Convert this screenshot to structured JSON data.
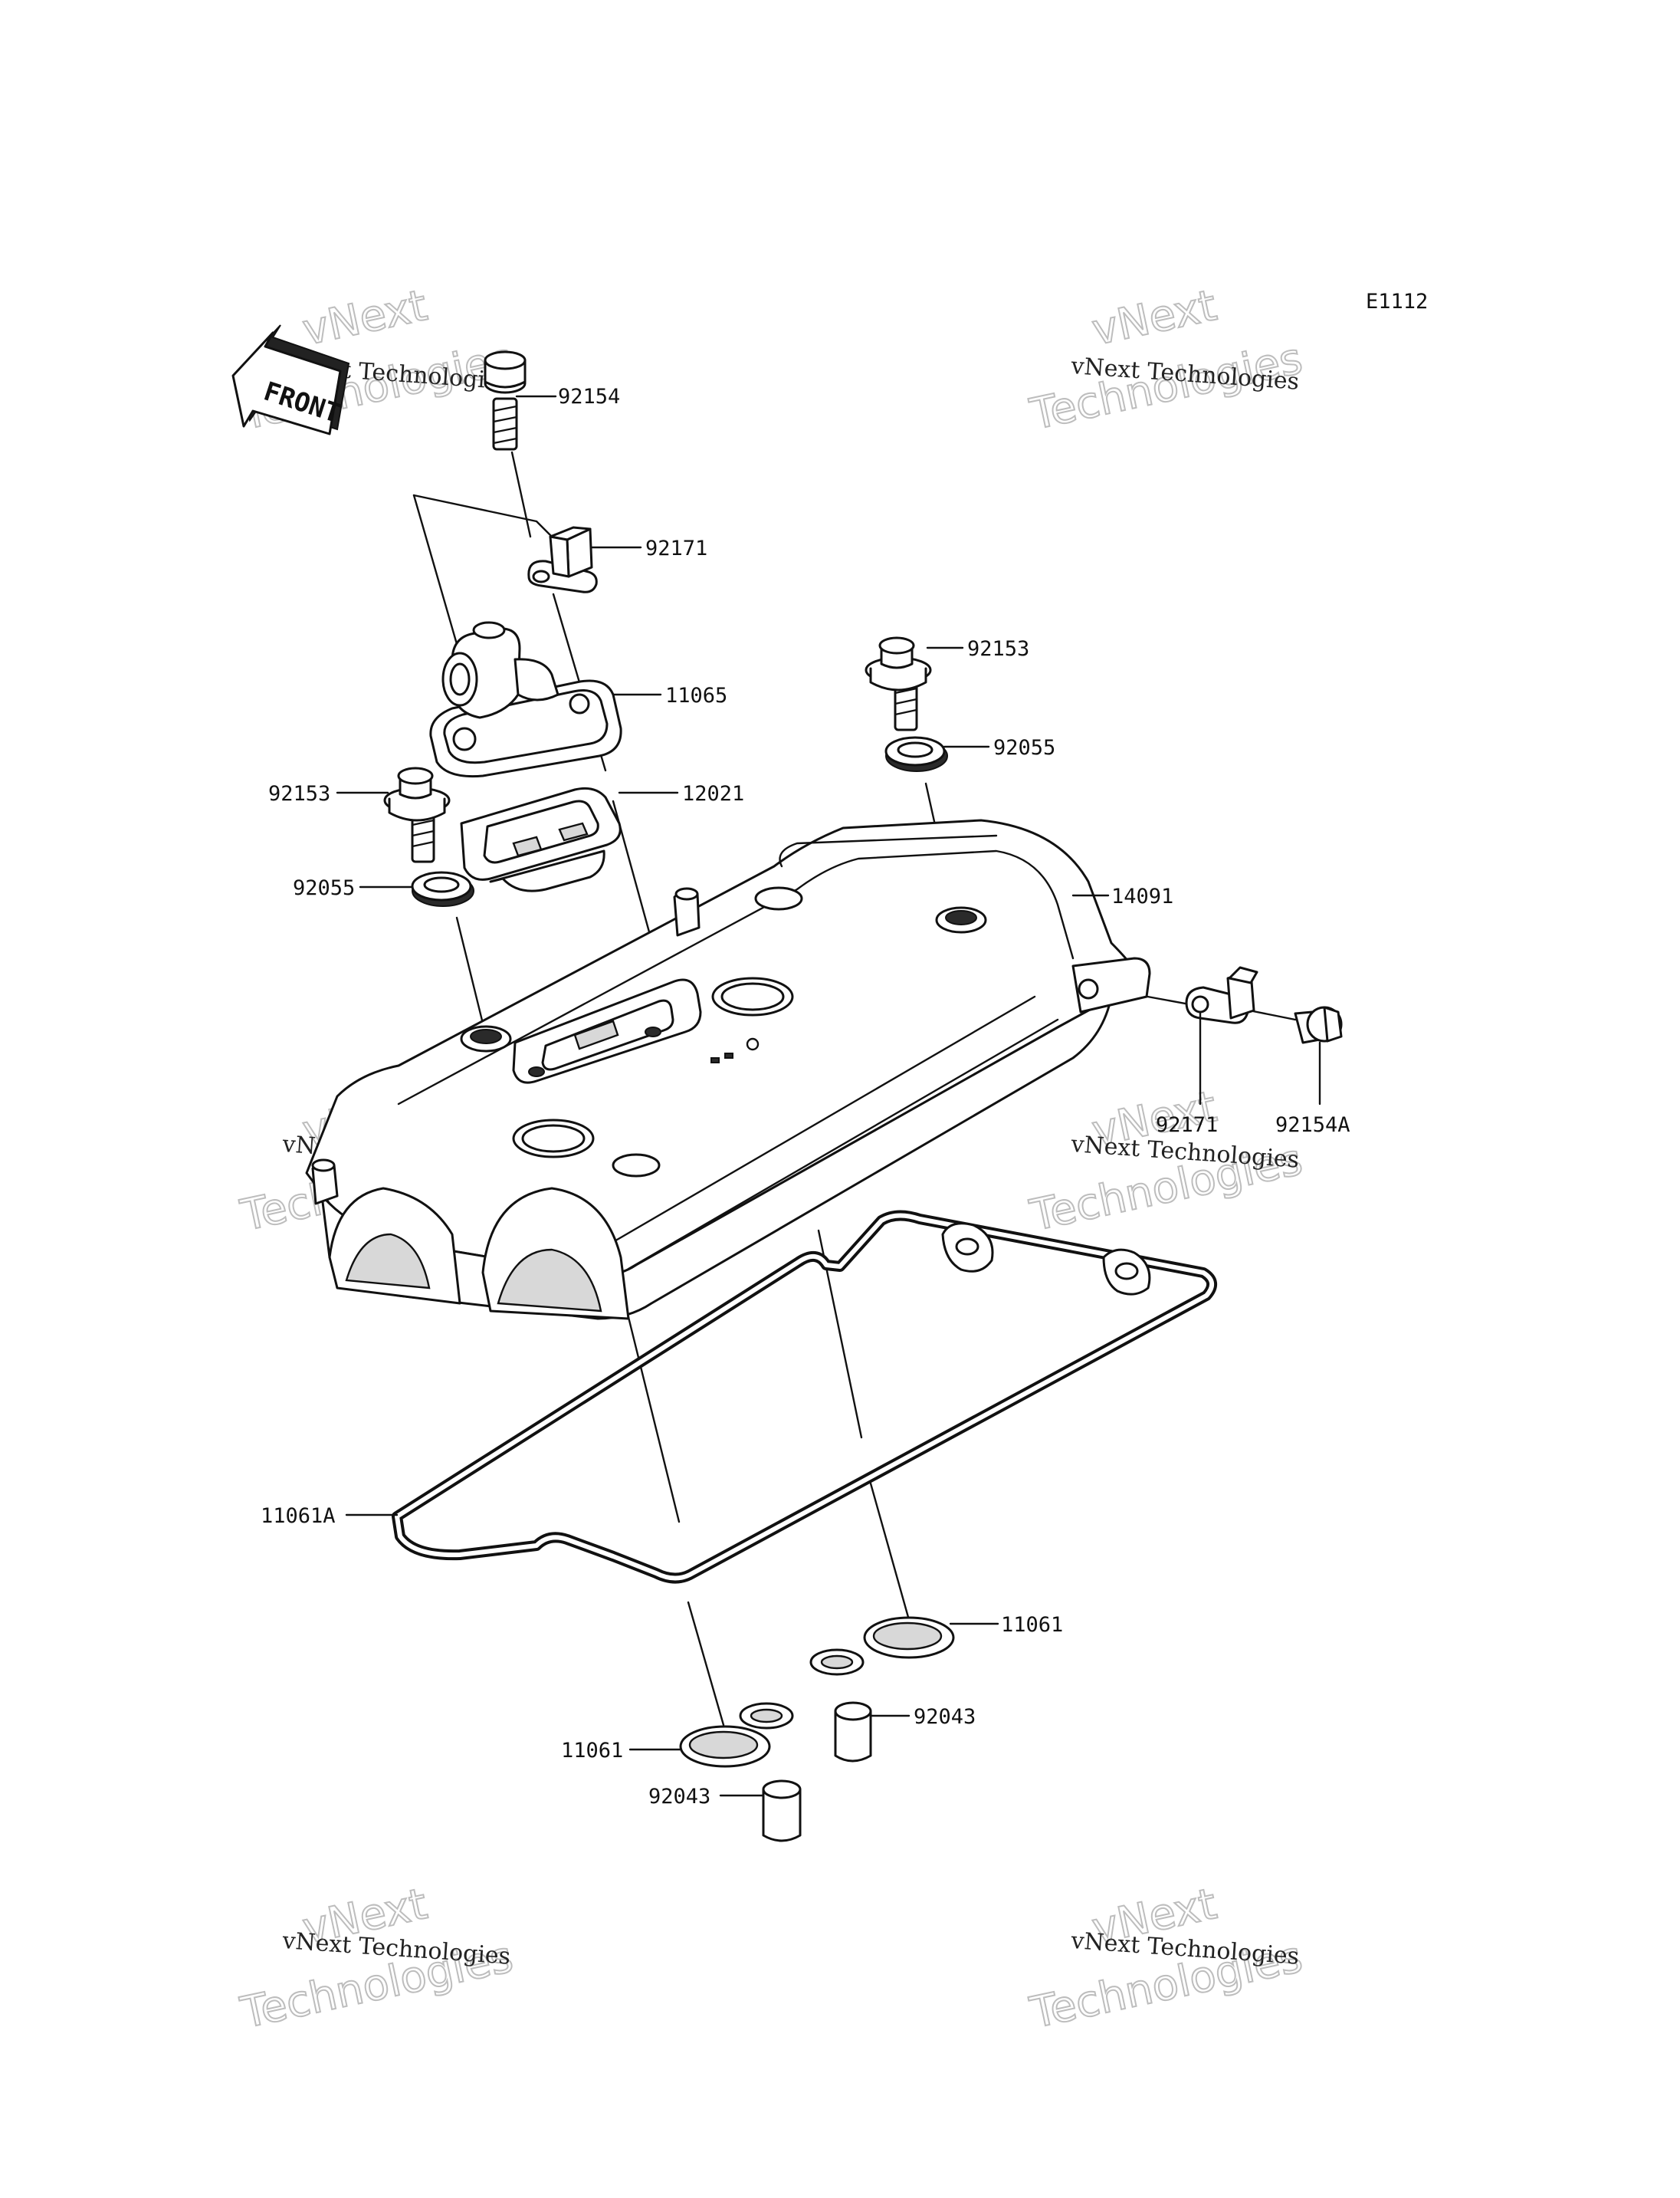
{
  "diagram_code": "E1112",
  "front_label": "FRONT",
  "watermark": {
    "small": "vNext Technologies",
    "big_line1": "vNext",
    "big_line2": "Technologies"
  },
  "part_labels": {
    "p92154": "92154",
    "p92171_top": "92171",
    "p11065": "11065",
    "p92153_right": "92153",
    "p92055_right": "92055",
    "p92153_left": "92153",
    "p12021": "12021",
    "p92055_left": "92055",
    "p14091": "14091",
    "p92171_right": "92171",
    "p92154A": "92154A",
    "p11061A": "11061A",
    "p11061_right": "11061",
    "p92043_right": "92043",
    "p11061_left": "11061",
    "p92043_left": "92043"
  }
}
